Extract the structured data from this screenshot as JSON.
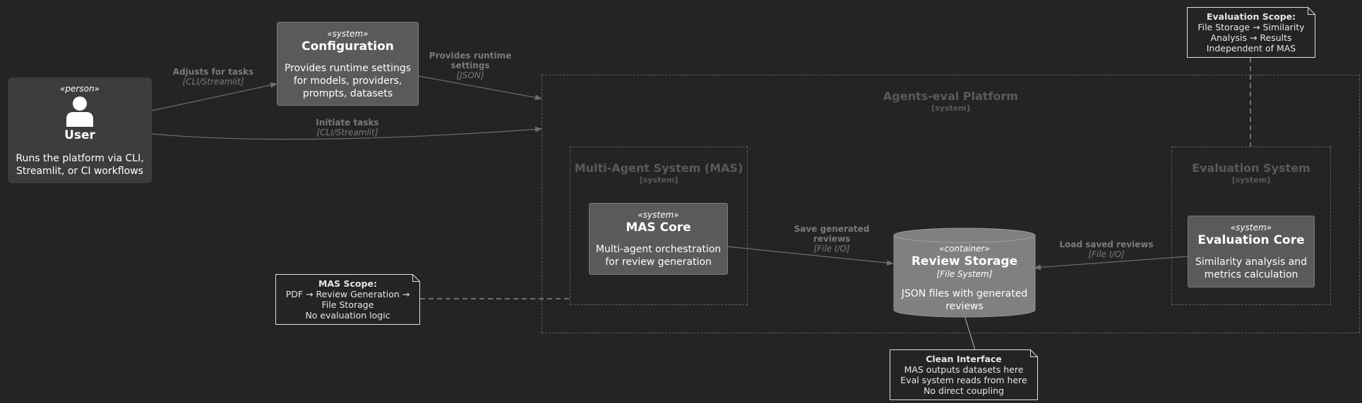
{
  "user": {
    "stereotype": "«person»",
    "title": "User",
    "desc": [
      "Runs the platform via CLI,",
      "Streamlit, or CI workflows"
    ]
  },
  "configuration": {
    "stereotype": "«system»",
    "title": "Configuration",
    "desc": [
      "Provides runtime settings",
      "for models, providers,",
      "prompts, datasets"
    ]
  },
  "platform": {
    "title": "Agents-eval Platform",
    "type": "[system]"
  },
  "mas_boundary": {
    "title": "Multi-Agent System (MAS)",
    "type": "[system]"
  },
  "eval_boundary": {
    "title": "Evaluation System",
    "type": "[system]"
  },
  "mas_core": {
    "stereotype": "«system»",
    "title": "MAS Core",
    "desc": [
      "Multi-agent orchestration",
      "for review generation"
    ]
  },
  "review_storage": {
    "stereotype": "«container»",
    "title": "Review Storage",
    "tech": "[File System]",
    "desc": [
      "JSON files with generated",
      "reviews"
    ]
  },
  "eval_core": {
    "stereotype": "«system»",
    "title": "Evaluation Core",
    "desc": [
      "Similarity analysis and",
      "metrics calculation"
    ]
  },
  "edges": {
    "adjusts": {
      "label": "Adjusts for tasks",
      "tech": "[CLI/Streamlit]"
    },
    "provides": {
      "label": [
        "Provides runtime",
        "settings"
      ],
      "tech": "[JSON]"
    },
    "initiate": {
      "label": "Initiate tasks",
      "tech": "[CLI/Streamlit]"
    },
    "save": {
      "label": [
        "Save generated",
        "reviews"
      ],
      "tech": "[File I/O]"
    },
    "load": {
      "label": "Load saved reviews",
      "tech": "[File I/O]"
    }
  },
  "notes": {
    "eval_scope": {
      "title": "Evaluation Scope:",
      "lines": [
        "File Storage → Similarity",
        "Analysis → Results",
        "Independent of MAS"
      ]
    },
    "mas_scope": {
      "title": "MAS Scope:",
      "lines": [
        "PDF → Review Generation →",
        "File Storage",
        "No evaluation logic"
      ]
    },
    "clean": {
      "title": "Clean Interface",
      "lines": [
        "MAS outputs datasets here",
        "Eval system reads from here",
        "No direct coupling"
      ]
    }
  },
  "colors": {
    "background": "#242424",
    "system_fill": "#5a5a5a",
    "person_fill": "#3c3c3c",
    "container_fill": "#808080",
    "edge": "#7a7a7a"
  }
}
